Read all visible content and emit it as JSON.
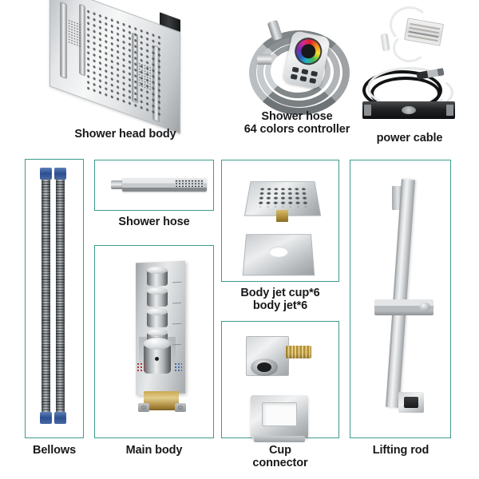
{
  "page": {
    "title": "Shower System Parts Diagram",
    "background_color": "#ffffff",
    "box_border_color": "#3e9a8b",
    "caption_color": "#18191b"
  },
  "parts": [
    {
      "id": "shower-head-body",
      "label": "Shower head body",
      "boxed": false,
      "quantity": null
    },
    {
      "id": "shower-hose-controller",
      "label": "Shower hose\n64 colors controller",
      "boxed": false,
      "quantity": null
    },
    {
      "id": "power-cable",
      "label": "power cable",
      "boxed": false,
      "quantity": null
    },
    {
      "id": "bellows",
      "label": "Bellows",
      "boxed": true,
      "quantity": null
    },
    {
      "id": "shower-hose",
      "label": "Shower hose",
      "boxed": true,
      "quantity": null
    },
    {
      "id": "main-body",
      "label": "Main body",
      "boxed": true,
      "quantity": null
    },
    {
      "id": "body-jet",
      "label": "Body jet cup*6\nbody jet*6",
      "boxed": true,
      "quantity": "6"
    },
    {
      "id": "cup-connector",
      "label": "Cup\nconnector",
      "boxed": true,
      "quantity": null
    },
    {
      "id": "lifting-rod",
      "label": "Lifting rod",
      "boxed": true,
      "quantity": null
    }
  ],
  "controller": {
    "color_wheel_name": "rgb-color-wheel",
    "colors": [
      "#e0232b",
      "#f08b1d",
      "#f5e02a",
      "#49b74a",
      "#1fb3c4",
      "#2a55b8",
      "#7d2ab8",
      "#d42a8e"
    ]
  }
}
